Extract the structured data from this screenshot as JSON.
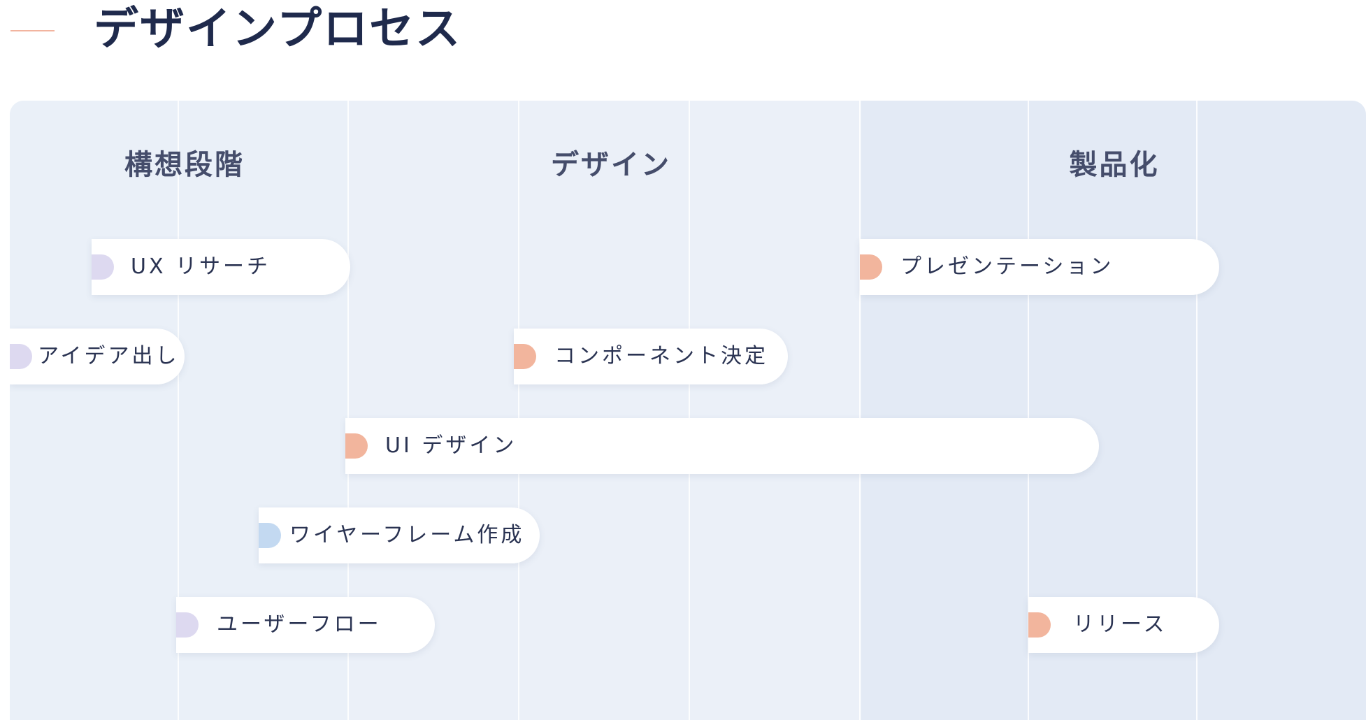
{
  "title": "デザインプロセス",
  "colors": {
    "accent_rule": "#f2b49f",
    "research": "#ddd9f0",
    "wireframe": "#c3d9f1",
    "design": "#f2b59d"
  },
  "phases": [
    {
      "label": "構想段階"
    },
    {
      "label": "デザイン"
    },
    {
      "label": "製品化"
    }
  ],
  "tasks": [
    {
      "label": "UX リサーチ",
      "color": "#ddd9f0"
    },
    {
      "label": "プレゼンテーション",
      "color": "#f2b59d"
    },
    {
      "label": "アイデア出し",
      "color": "#ddd9f0"
    },
    {
      "label": "コンポーネント決定",
      "color": "#f2b59d"
    },
    {
      "label": "UI デザイン",
      "color": "#f2b59d"
    },
    {
      "label": "ワイヤーフレーム作成",
      "color": "#c3d9f1"
    },
    {
      "label": "ユーザーフロー",
      "color": "#ddd9f0"
    },
    {
      "label": "リリース",
      "color": "#f2b59d"
    }
  ]
}
